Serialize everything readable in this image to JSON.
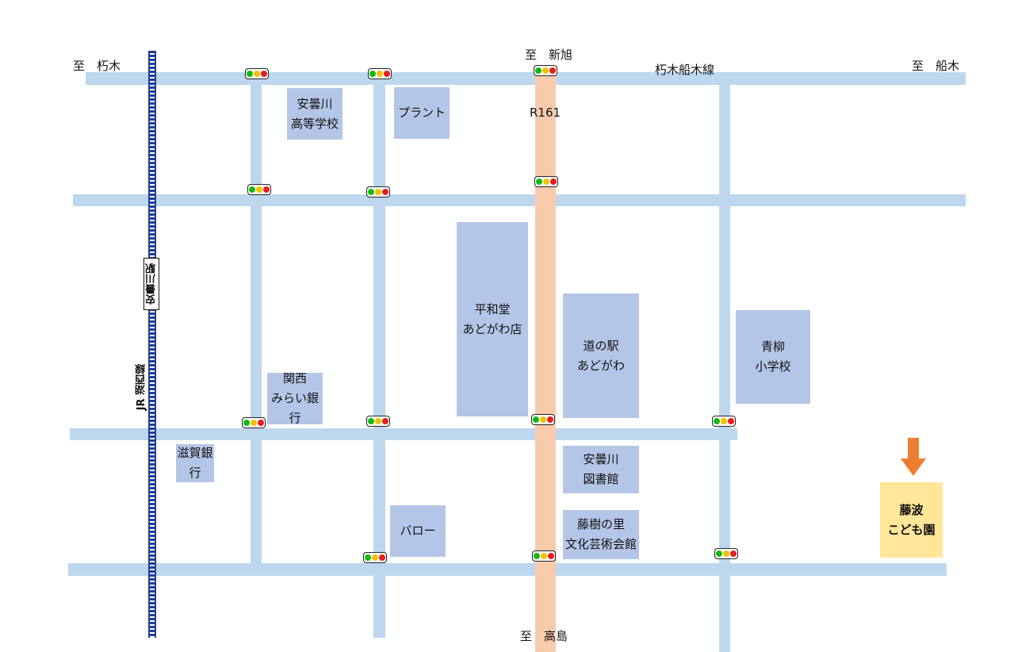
{
  "directions": {
    "kutsuki": "至　朽木",
    "shinasahi": "至　新旭",
    "funaki": "至　船木",
    "takashima": "至　高島"
  },
  "roads": {
    "kutsuki_funaki_line": "朽木船木線",
    "r161": "R161"
  },
  "rail": {
    "line": "JR 湖西線",
    "station": "安曇川駅"
  },
  "buildings": {
    "high_school": [
      "安曇川",
      "高等学校"
    ],
    "plant": [
      "プラント"
    ],
    "heiwado": [
      "平和堂",
      "あどがわ店"
    ],
    "michinoeki": [
      "道の駅",
      "あどがわ"
    ],
    "aoyagi": [
      "青柳",
      "小学校"
    ],
    "kansai_bank": [
      "関西",
      "みらい銀行"
    ],
    "shiga_bank": [
      "滋賀銀行"
    ],
    "library": [
      "安曇川",
      "図書館"
    ],
    "valor": [
      "バロー"
    ],
    "cultural_hall": [
      "藤樹の里",
      "文化芸術会館"
    ]
  },
  "destination": [
    "藤波",
    "こども園"
  ],
  "colors": {
    "road": "#bdd7ee",
    "r161": "#f8cbad",
    "building": "#b4c6e7",
    "destination": "#ffe699",
    "arrow": "#ed7d31",
    "rail": "#1f3f9a"
  },
  "icons": [
    "traffic-signal-icon",
    "down-arrow-icon"
  ]
}
